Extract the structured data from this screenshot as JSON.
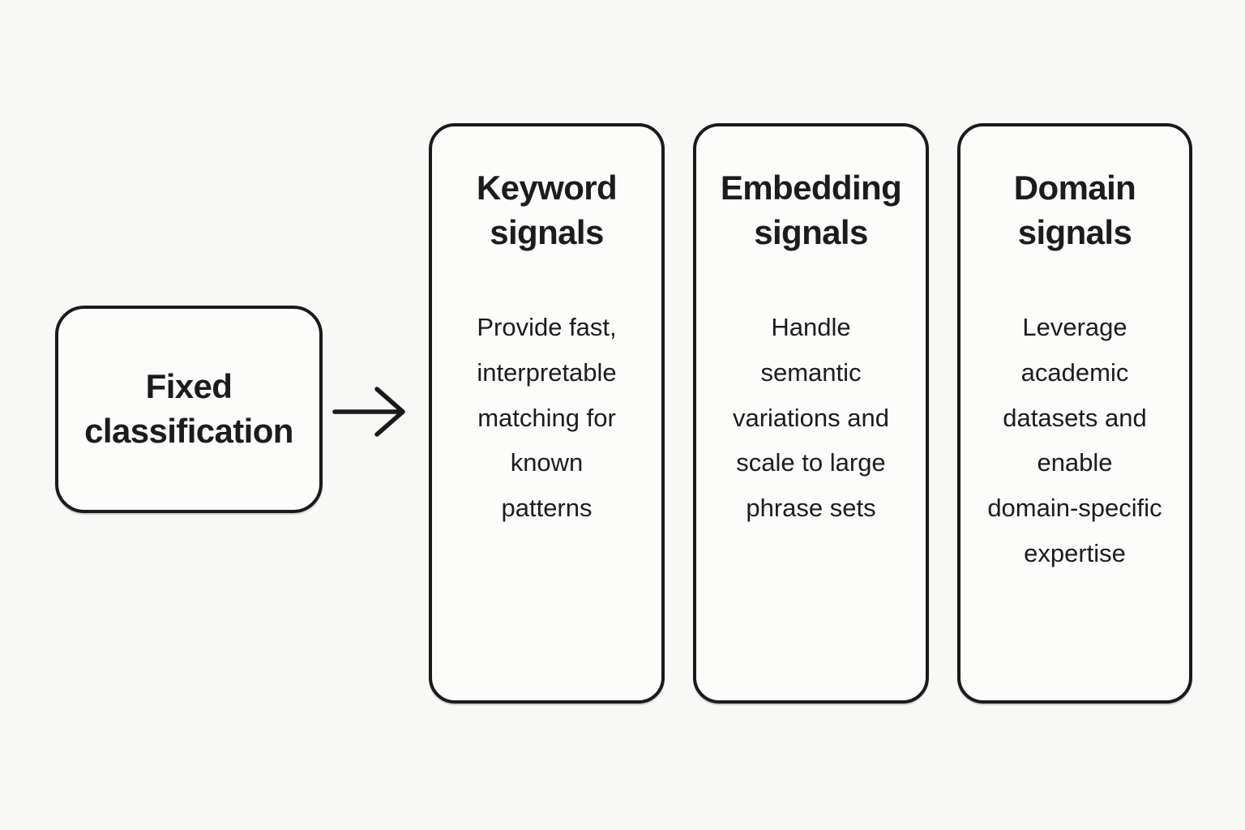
{
  "diagram": {
    "source": {
      "label": "Fixed\nclassification"
    },
    "arrow_icon": "right-arrow",
    "cards": [
      {
        "title": "Keyword\nsignals",
        "body": "Provide fast,\ninterpretable\nmatching for\nknown\npatterns"
      },
      {
        "title": "Embedding\nsignals",
        "body": "Handle\nsemantic\nvariations and\nscale to large\nphrase sets"
      },
      {
        "title": "Domain\nsignals",
        "body": "Leverage\nacademic\ndatasets and\nenable\ndomain-specific\nexpertise"
      }
    ],
    "colors": {
      "background": "#f8f8f7",
      "node_fill": "#fcfcfb",
      "border": "#1a1a1a",
      "text": "#1c1c1e"
    }
  }
}
